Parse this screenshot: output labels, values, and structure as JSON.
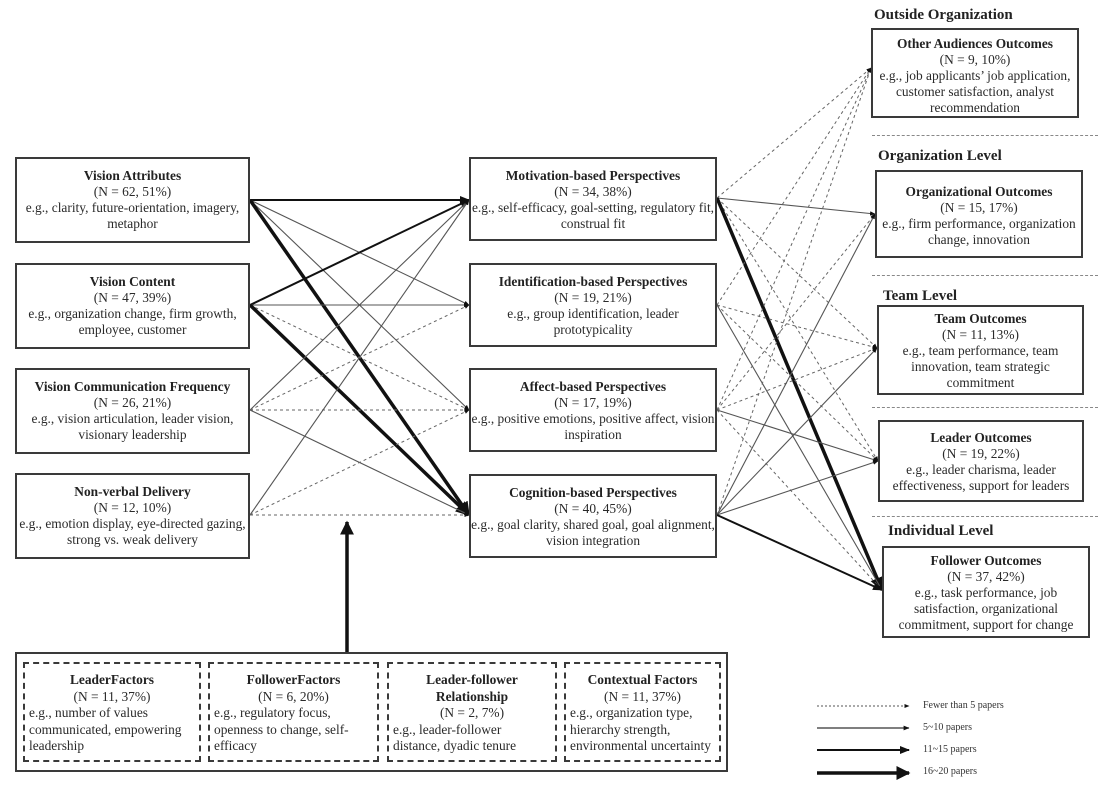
{
  "antecedents": [
    {
      "id": "vision-attributes",
      "title": "Vision Attributes",
      "n": "(N = 62,  51%)",
      "examples": "e.g., clarity, future-orientation, imagery, metaphor"
    },
    {
      "id": "vision-content",
      "title": "Vision Content",
      "n": "(N = 47, 39%)",
      "examples": "e.g., organization change, firm growth, employee, customer"
    },
    {
      "id": "vision-communication-frequency",
      "title": "Vision Communication Frequency",
      "n": "(N = 26, 21%)",
      "examples": "e.g., vision articulation, leader vision, visionary leadership"
    },
    {
      "id": "non-verbal-delivery",
      "title": "Non-verbal Delivery",
      "n": "(N = 12, 10%)",
      "examples": "e.g., emotion display, eye-directed gazing, strong vs. weak delivery"
    }
  ],
  "mechanisms": [
    {
      "id": "motivation-based",
      "title": "Motivation-based Perspectives",
      "n": "(N = 34, 38%)",
      "examples": "e.g., self-efficacy, goal-setting, regulatory fit, construal fit"
    },
    {
      "id": "identification-based",
      "title": "Identification-based Perspectives",
      "n": "(N = 19, 21%)",
      "examples": "e.g., group identification, leader prototypicality"
    },
    {
      "id": "affect-based",
      "title": "Affect-based Perspectives",
      "n": "(N = 17, 19%)",
      "examples": "e.g., positive emotions, positive affect, vision inspiration"
    },
    {
      "id": "cognition-based",
      "title": "Cognition-based Perspectives",
      "n": "(N = 40, 45%)",
      "examples": "e.g., goal clarity, shared goal, goal alignment, vision integration"
    }
  ],
  "outcome_sections": [
    "Outside Organization",
    "Organization Level",
    "Team Level",
    "Individual Level"
  ],
  "outcomes": [
    {
      "id": "other-audiences",
      "title": "Other Audiences Outcomes",
      "n": "(N = 9, 10%)",
      "examples": "e.g., job applicants’ job application, customer satisfaction, analyst recommendation"
    },
    {
      "id": "organizational",
      "title": "Organizational Outcomes",
      "n": "(N = 15, 17%)",
      "examples": "e.g., firm performance, organization change, innovation"
    },
    {
      "id": "team",
      "title": "Team Outcomes",
      "n": "(N = 11, 13%)",
      "examples": "e.g., team performance, team innovation, team strategic commitment"
    },
    {
      "id": "leader",
      "title": "Leader Outcomes",
      "n": "(N = 19, 22%)",
      "examples": "e.g., leader charisma, leader effectiveness, support for leaders"
    },
    {
      "id": "follower",
      "title": "Follower Outcomes",
      "n": "(N = 37, 42%)",
      "examples": "e.g., task performance, job satisfaction, organizational commitment, support for change"
    }
  ],
  "moderators": [
    {
      "id": "leader-factors",
      "title": "LeaderFactors",
      "n": "(N = 11, 37%)",
      "examples": "e.g., number of values communicated, empowering leadership"
    },
    {
      "id": "follower-factors",
      "title": "FollowerFactors",
      "n": "(N = 6, 20%)",
      "examples": "e.g., regulatory focus, openness to change, self-efficacy"
    },
    {
      "id": "leader-follower-relationship",
      "title": "Leader-follower Relationship",
      "n": "(N = 2, 7%)",
      "examples": "e.g., leader-follower distance, dyadic tenure"
    },
    {
      "id": "contextual-factors",
      "title": "Contextual Factors",
      "n": "(N = 11, 37%)",
      "examples": "e.g., organization type, hierarchy strength, environmental uncertainty"
    }
  ],
  "legend": [
    {
      "style": "dotted",
      "label": "Fewer than 5 papers"
    },
    {
      "style": "thin",
      "label": "5~10 papers"
    },
    {
      "style": "medium",
      "label": "11~15 papers"
    },
    {
      "style": "thick",
      "label": "16~20 papers"
    }
  ],
  "links_antecedent_to_mechanism": [
    {
      "from": 0,
      "to": 0,
      "style": "medium"
    },
    {
      "from": 0,
      "to": 1,
      "style": "thin"
    },
    {
      "from": 0,
      "to": 2,
      "style": "thin"
    },
    {
      "from": 0,
      "to": 3,
      "style": "thick"
    },
    {
      "from": 1,
      "to": 0,
      "style": "medium"
    },
    {
      "from": 1,
      "to": 1,
      "style": "thin"
    },
    {
      "from": 1,
      "to": 2,
      "style": "dotted"
    },
    {
      "from": 1,
      "to": 3,
      "style": "thick"
    },
    {
      "from": 2,
      "to": 0,
      "style": "thin"
    },
    {
      "from": 2,
      "to": 1,
      "style": "dotted"
    },
    {
      "from": 2,
      "to": 2,
      "style": "dotted"
    },
    {
      "from": 2,
      "to": 3,
      "style": "thin"
    },
    {
      "from": 3,
      "to": 0,
      "style": "thin"
    },
    {
      "from": 3,
      "to": 2,
      "style": "dotted"
    },
    {
      "from": 3,
      "to": 3,
      "style": "dotted"
    }
  ],
  "links_mechanism_to_outcome": [
    {
      "from": 0,
      "to": 0,
      "style": "dotted"
    },
    {
      "from": 0,
      "to": 1,
      "style": "thin"
    },
    {
      "from": 0,
      "to": 2,
      "style": "dotted"
    },
    {
      "from": 0,
      "to": 3,
      "style": "dotted"
    },
    {
      "from": 0,
      "to": 4,
      "style": "thick"
    },
    {
      "from": 1,
      "to": 0,
      "style": "dotted"
    },
    {
      "from": 1,
      "to": 2,
      "style": "dotted"
    },
    {
      "from": 1,
      "to": 3,
      "style": "dotted"
    },
    {
      "from": 1,
      "to": 4,
      "style": "thin"
    },
    {
      "from": 2,
      "to": 0,
      "style": "dotted"
    },
    {
      "from": 2,
      "to": 1,
      "style": "dotted"
    },
    {
      "from": 2,
      "to": 2,
      "style": "dotted"
    },
    {
      "from": 2,
      "to": 3,
      "style": "thin"
    },
    {
      "from": 2,
      "to": 4,
      "style": "dotted"
    },
    {
      "from": 3,
      "to": 0,
      "style": "dotted"
    },
    {
      "from": 3,
      "to": 1,
      "style": "thin"
    },
    {
      "from": 3,
      "to": 2,
      "style": "thin"
    },
    {
      "from": 3,
      "to": 3,
      "style": "thin"
    },
    {
      "from": 3,
      "to": 4,
      "style": "medium"
    }
  ]
}
